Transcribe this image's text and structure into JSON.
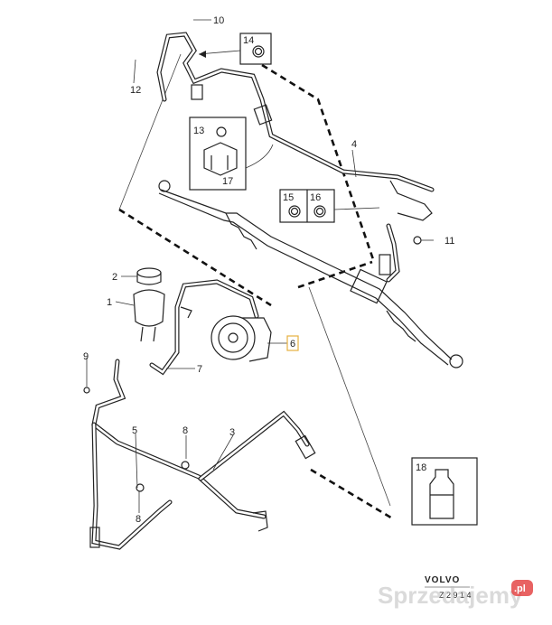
{
  "callouts": [
    "10",
    "14",
    "12",
    "13",
    "17",
    "4",
    "15",
    "16",
    "11",
    "2",
    "1",
    "6",
    "9",
    "7",
    "5",
    "8",
    "3",
    "8",
    "18"
  ],
  "logo": {
    "brand": "VOLVO",
    "sub": "Z 2 9 1 4"
  },
  "watermark": {
    "text": "Sprzedajemy",
    "domain": ".pl"
  },
  "colors": {
    "line": "#222222",
    "highlight": "#e5b040",
    "watermark": "#bdbdbd",
    "badge": "#e23b3b"
  }
}
